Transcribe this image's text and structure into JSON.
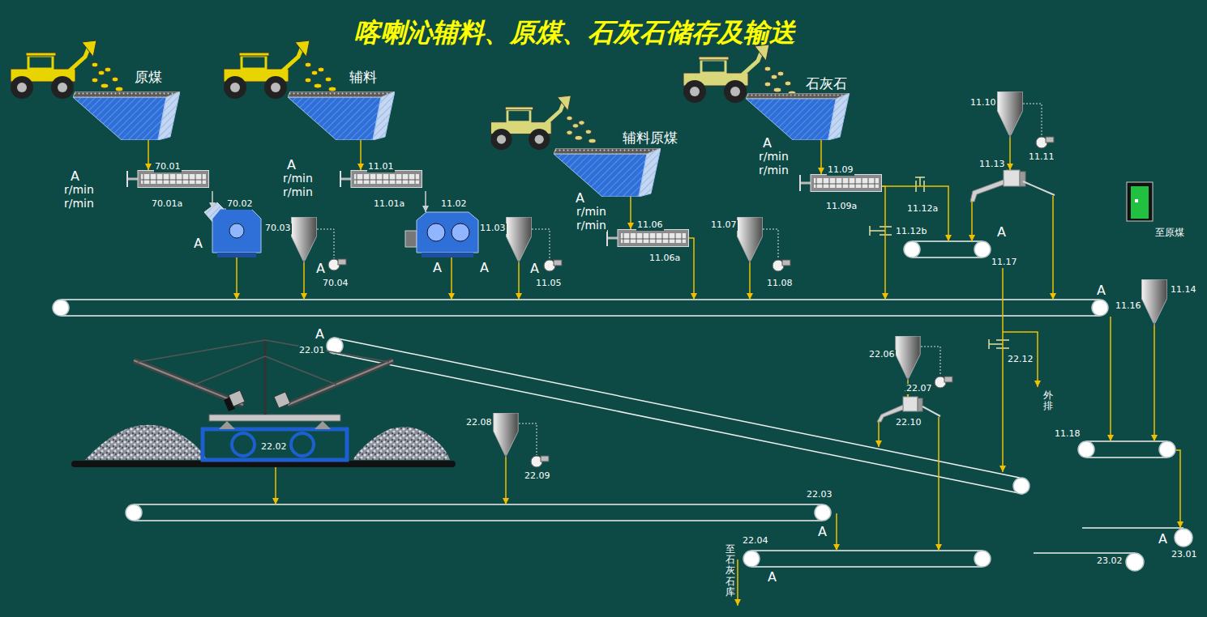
{
  "diagram": {
    "title": "喀喇沁辅料、原煤、石灰石储存及输送",
    "nodes": [
      {
        "text": [
          "原煤"
        ]
      },
      {
        "text": [
          "70.01",
          "70.01a"
        ]
      },
      {
        "text": [
          "70.02"
        ]
      },
      {
        "text": [
          "70.03"
        ]
      },
      {
        "text": [
          "辅料"
        ]
      },
      {
        "text": [
          "11.01",
          "11.01a"
        ]
      },
      {
        "text": [
          "11.02"
        ]
      },
      {
        "text": [
          "11.03"
        ]
      },
      {
        "text": [
          "辅料原煤"
        ]
      },
      {
        "text": [
          "11.06",
          "11.06a"
        ]
      },
      {
        "text": [
          "11.07"
        ]
      },
      {
        "text": [
          "石灰石"
        ]
      },
      {
        "text": [
          "11.09",
          "11.09a"
        ]
      },
      {
        "text": [
          "11.10"
        ]
      },
      {
        "text": [
          "11.13"
        ]
      },
      {
        "text": [
          "11.17"
        ]
      },
      {
        "text": [
          "11.16"
        ]
      },
      {
        "text": [
          "11.14"
        ]
      },
      {
        "text": [
          "22.01"
        ]
      },
      {
        "text": [
          "22.06"
        ]
      },
      {
        "text": [
          "22.10"
        ]
      },
      {
        "text": [
          "22.02"
        ]
      },
      {
        "text": [
          "22.08"
        ]
      },
      {
        "text": [
          "22.03"
        ]
      },
      {
        "text": [
          "22.04"
        ]
      },
      {
        "text": [
          "11.18"
        ]
      },
      {
        "text": [
          "23.01"
        ]
      }
    ],
    "edges": [
      {
        "from": 0,
        "to": 1,
        "arrow": "to"
      },
      {
        "from": 1,
        "to": 2,
        "arrow": "to"
      },
      {
        "from": 2,
        "to": 16,
        "arrow": "to"
      },
      {
        "from": 3,
        "to": 16,
        "arrow": "to"
      },
      {
        "from": 4,
        "to": 5,
        "arrow": "to"
      },
      {
        "from": 5,
        "to": 6,
        "arrow": "to"
      },
      {
        "from": 6,
        "to": 16,
        "arrow": "to"
      },
      {
        "from": 7,
        "to": 16,
        "arrow": "to"
      },
      {
        "from": 8,
        "to": 9,
        "arrow": "to"
      },
      {
        "from": 9,
        "to": 16,
        "arrow": "to"
      },
      {
        "from": 10,
        "to": 16,
        "arrow": "to"
      },
      {
        "from": 11,
        "to": 12,
        "arrow": "to"
      },
      {
        "from": 12,
        "to": 16,
        "arrow": "to"
      },
      {
        "from": 12,
        "to": 15,
        "arrow": "to"
      },
      {
        "from": 13,
        "to": 14,
        "arrow": "to"
      },
      {
        "from": 14,
        "to": 15,
        "arrow": "to"
      },
      {
        "from": 14,
        "to": 16,
        "arrow": "to"
      },
      {
        "from": 15,
        "to": 18,
        "arrow": "to"
      },
      {
        "from": 16,
        "to": 25,
        "arrow": "to"
      },
      {
        "from": 17,
        "to": 25,
        "arrow": "to"
      },
      {
        "from": 25,
        "to": 26,
        "arrow": "to"
      },
      {
        "from": 19,
        "to": 20,
        "arrow": "to"
      },
      {
        "from": 20,
        "to": 18,
        "arrow": "to"
      },
      {
        "from": 20,
        "to": 24,
        "arrow": "to"
      },
      {
        "from": 21,
        "to": 23,
        "arrow": "to"
      },
      {
        "from": 22,
        "to": 23,
        "arrow": "to"
      },
      {
        "from": 23,
        "to": 24,
        "arrow": "to"
      }
    ],
    "labels": [
      "A",
      "r/min",
      "r/min",
      "A",
      "r/min",
      "r/min",
      "A",
      "r/min",
      "r/min",
      "A",
      "r/min",
      "r/min",
      "A",
      "A",
      "70.04",
      "A",
      "A",
      "A",
      "11.05",
      "11.08",
      "11.11",
      "11.12a",
      "11.12b",
      "A",
      "至原煤",
      "A",
      "A",
      "22.07",
      "22.12",
      "外排",
      "22.09",
      "A",
      "至石灰石库",
      "A",
      "A",
      "23.02"
    ]
  }
}
